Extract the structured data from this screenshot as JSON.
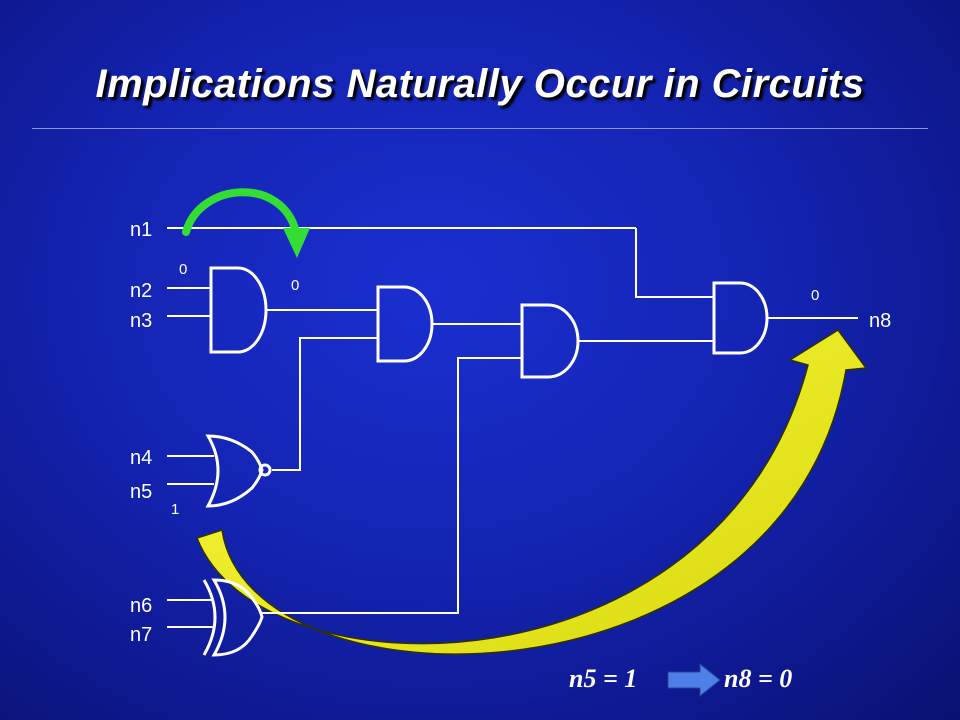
{
  "slide": {
    "title": "Implications Naturally Occur in Circuits"
  },
  "signals": {
    "n1": "n1",
    "n2": "n2",
    "n3": "n3",
    "n4": "n4",
    "n5": "n5",
    "n6": "n6",
    "n7": "n7",
    "n8": "n8"
  },
  "values": {
    "n2_value": "0",
    "and1_out_value": "0",
    "n5_value": "1",
    "n8_value": "0"
  },
  "equation": {
    "left": "n5 = 1",
    "right": "n8 = 0"
  },
  "colors": {
    "background": "#1424b2",
    "wire": "#ffffff",
    "green_arrow": "#33dd33",
    "yellow_arrow": "#f2f21a",
    "implies_arrow": "#4d7fe6"
  }
}
